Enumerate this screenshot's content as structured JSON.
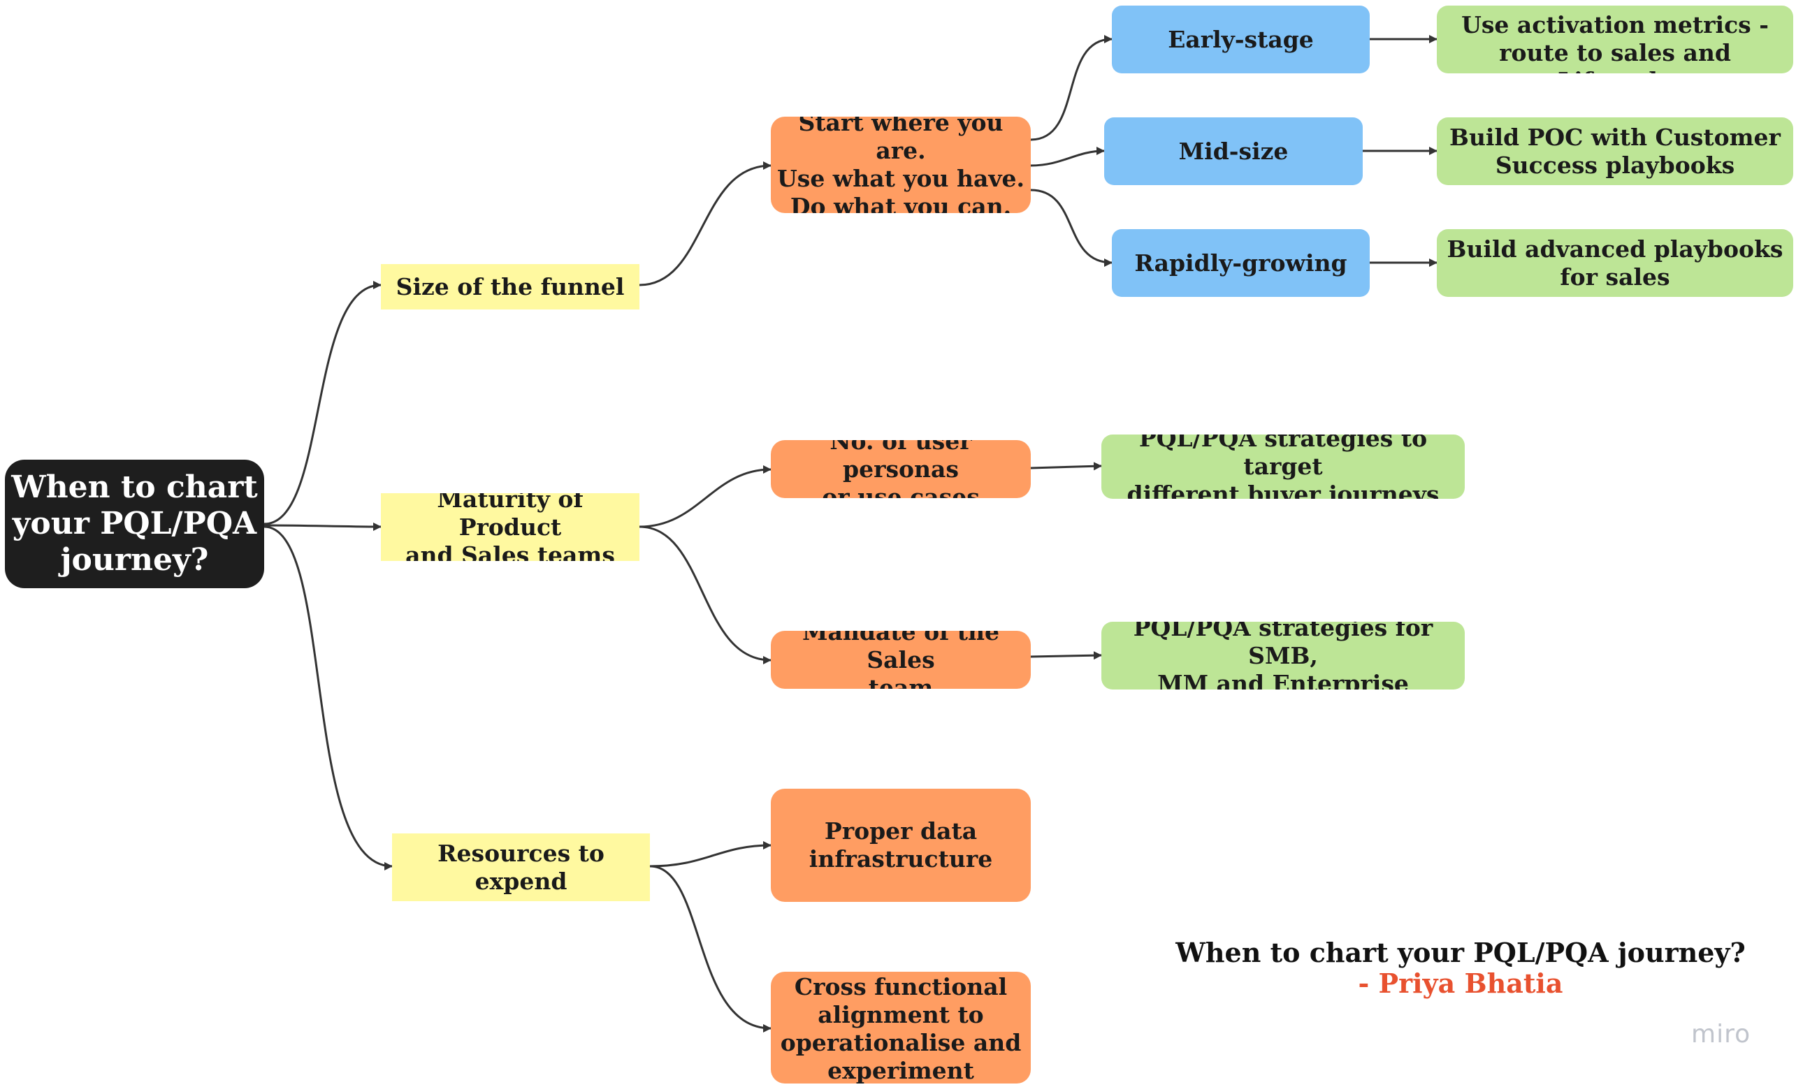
{
  "root": {
    "label": "When to chart\nyour PQL/PQA\njourney?"
  },
  "level1": {
    "funnel": "Size of the funnel",
    "maturity": "Maturity of Product\nand Sales teams",
    "resources": "Resources to expend"
  },
  "level2": {
    "start": "Start where you are.\nUse what you have.\nDo what you can.",
    "personas": "No. of user personas\nor use cases",
    "mandate": "Mandate of the Sales\nteam",
    "data_infra": "Proper data\ninfrastructure",
    "alignment": "Cross functional\nalignment to\noperationalise and\nexperiment"
  },
  "stages": {
    "early": "Early-stage",
    "mid": "Mid-size",
    "rapid": "Rapidly-growing"
  },
  "outcomes": {
    "early": "Use activation metrics -\nroute to sales and Lifecycle\nmarketing",
    "mid": "Build POC with Customer\nSuccess playbooks",
    "rapid": "Build advanced playbooks\nfor sales",
    "personas": "PQL/PQA strategies to target\ndifferent buyer journeys",
    "mandate": "PQL/PQA strategies for SMB,\nMM and Enterprise"
  },
  "caption": {
    "title": "When to chart your PQL/PQA journey?",
    "author": "- Priya Bhatia"
  },
  "brand": "miro",
  "colors": {
    "root": "#1e1e1e",
    "level1": "#fff9a0",
    "level2": "#ff9d62",
    "stage": "#80c2f7",
    "outcome": "#bde596",
    "author": "#e8512f",
    "connector": "#333333"
  }
}
